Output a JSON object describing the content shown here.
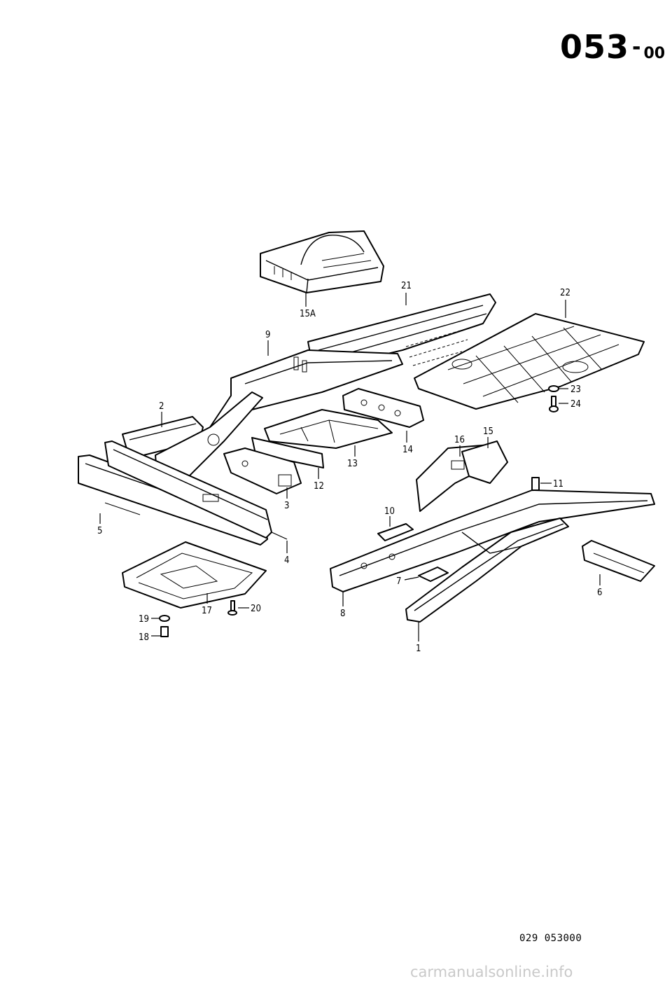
{
  "header": {
    "code_main": "053",
    "code_sep": "-",
    "code_sub": "00"
  },
  "labels": {
    "p1": "1",
    "p2": "2",
    "p3": "3",
    "p4": "4",
    "p5": "5",
    "p6": "6",
    "p7": "7",
    "p8": "8",
    "p9": "9",
    "p10": "10",
    "p11": "11",
    "p12": "12",
    "p13": "13",
    "p14": "14",
    "p15": "15",
    "p15a": "15A",
    "p16": "16",
    "p17": "17",
    "p18": "18",
    "p19": "19",
    "p20": "20",
    "p21": "21",
    "p22": "22",
    "p23": "23",
    "p24": "24"
  },
  "footer": {
    "reference": "029 053000",
    "watermark": "carmanualsonline.info"
  }
}
